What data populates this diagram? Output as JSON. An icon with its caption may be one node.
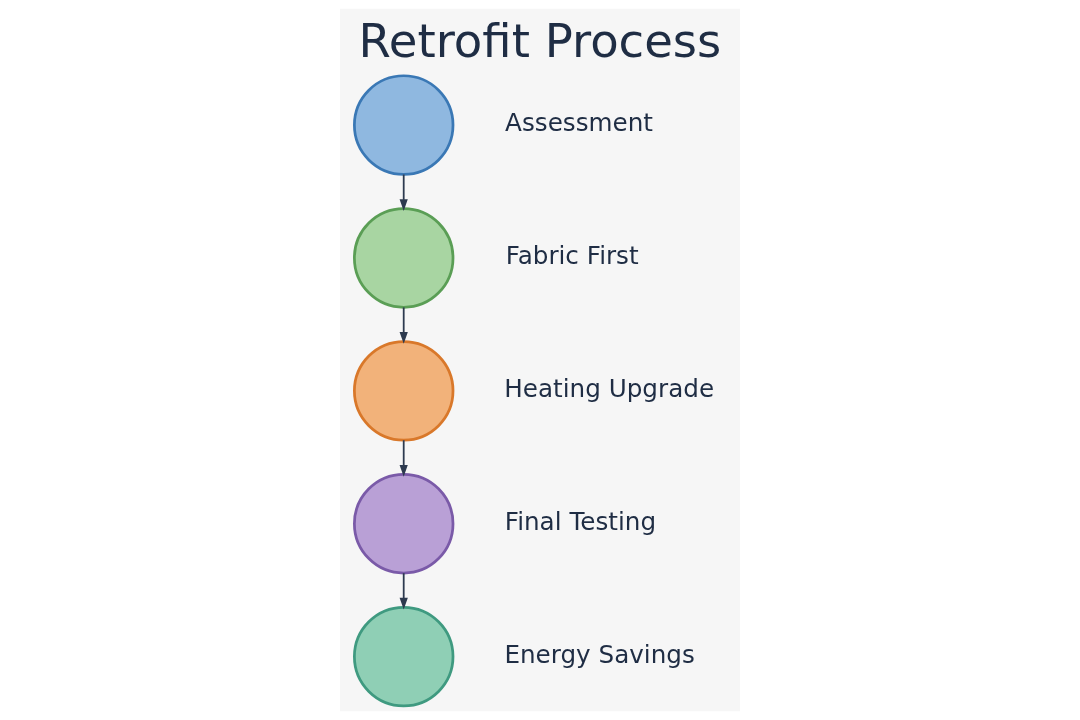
{
  "diagram": {
    "title": "Retrofit Process",
    "nodes": [
      {
        "text": [],
        "shape": "circle",
        "beside": [
          "Assessment"
        ]
      },
      {
        "text": [],
        "shape": "circle",
        "beside": [
          "Fabric First"
        ]
      },
      {
        "text": [],
        "shape": "circle",
        "beside": [
          "Heating Upgrade"
        ]
      },
      {
        "text": [],
        "shape": "circle",
        "beside": [
          "Final Testing"
        ]
      },
      {
        "text": [],
        "shape": "circle",
        "beside": [
          "Energy Savings"
        ]
      }
    ],
    "edges": [
      {
        "from": 0,
        "to": 1,
        "arrow": "to"
      },
      {
        "from": 1,
        "to": 2,
        "arrow": "to"
      },
      {
        "from": 2,
        "to": 3,
        "arrow": "to"
      },
      {
        "from": 3,
        "to": 4,
        "arrow": "to"
      }
    ]
  }
}
